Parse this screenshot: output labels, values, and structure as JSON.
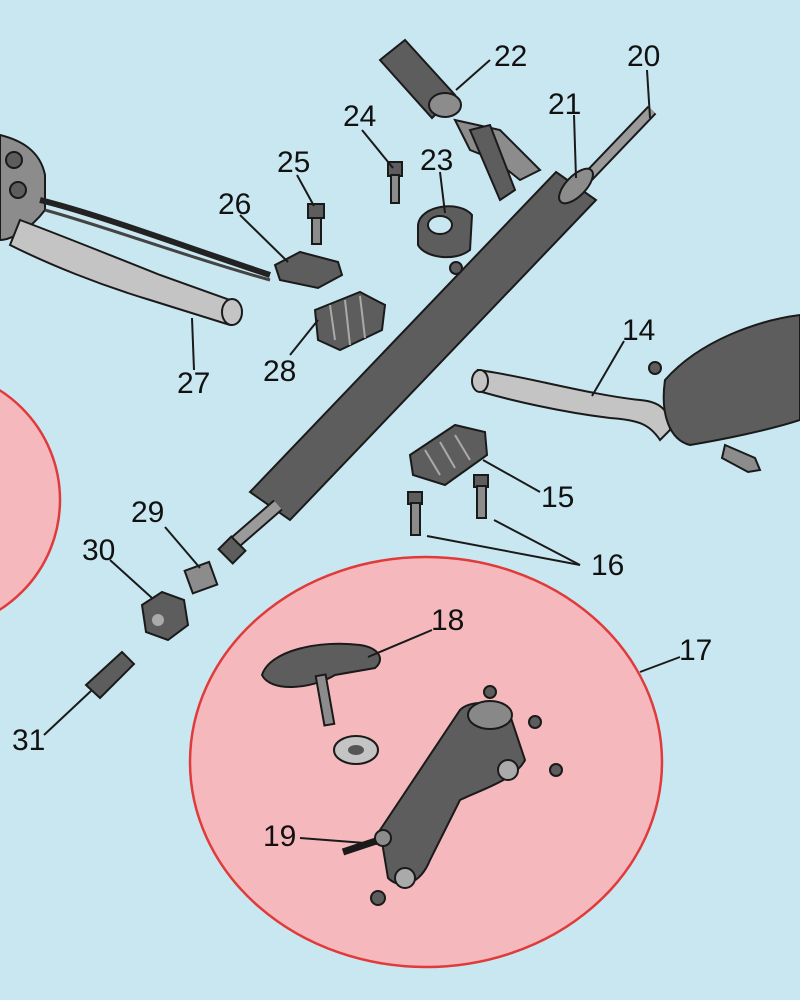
{
  "colors": {
    "background": "#c9e7f0",
    "highlight_fill": "#f5b9bd",
    "highlight_stroke": "#e03a3a",
    "part_dark": "#5d5d5d",
    "part_light": "#c4c4c4"
  },
  "callouts": [
    {
      "id": "14",
      "text": "14"
    },
    {
      "id": "15",
      "text": "15"
    },
    {
      "id": "16",
      "text": "16"
    },
    {
      "id": "17",
      "text": "17"
    },
    {
      "id": "18",
      "text": "18"
    },
    {
      "id": "19",
      "text": "19"
    },
    {
      "id": "20",
      "text": "20"
    },
    {
      "id": "21",
      "text": "21"
    },
    {
      "id": "22",
      "text": "22"
    },
    {
      "id": "23",
      "text": "23"
    },
    {
      "id": "24",
      "text": "24"
    },
    {
      "id": "25",
      "text": "25"
    },
    {
      "id": "26",
      "text": "26"
    },
    {
      "id": "27",
      "text": "27"
    },
    {
      "id": "28",
      "text": "28"
    },
    {
      "id": "29",
      "text": "29"
    },
    {
      "id": "30",
      "text": "30"
    },
    {
      "id": "31",
      "text": "31"
    }
  ]
}
